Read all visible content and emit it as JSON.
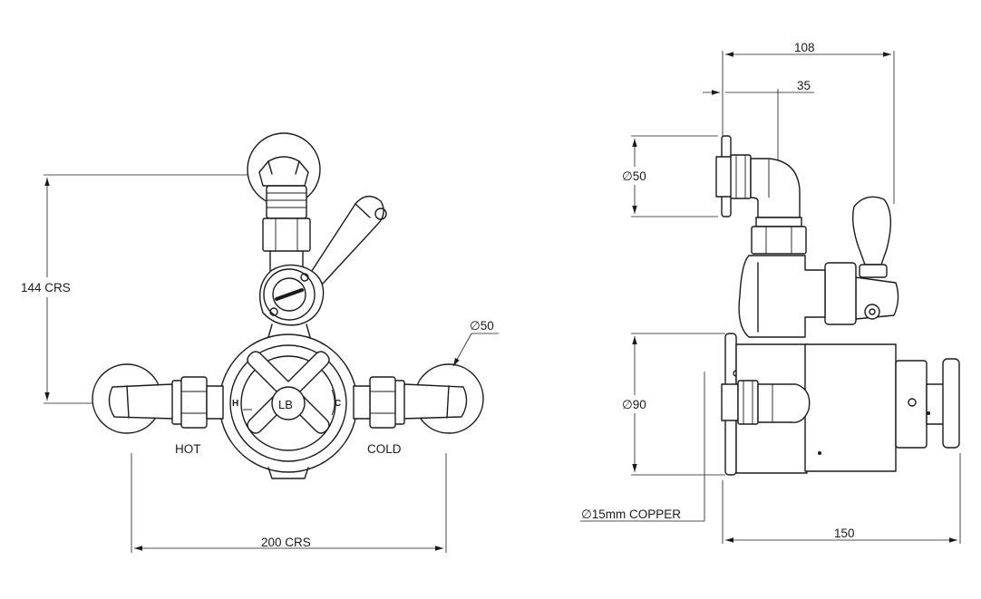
{
  "front_view": {
    "dim_height": "144 CRS",
    "dim_width": "200 CRS",
    "dim_wall_plate": "∅50",
    "label_hot": "HOT",
    "label_cold": "COLD",
    "dial_h": "H",
    "dial_c": "C",
    "logo": "LB"
  },
  "side_view": {
    "dim_top_overall": "108",
    "dim_top_offset": "35",
    "dim_upper_plate": "∅50",
    "dim_lower_plate": "∅90",
    "dim_inlet": "∅15mm COPPER",
    "dim_depth": "150"
  }
}
